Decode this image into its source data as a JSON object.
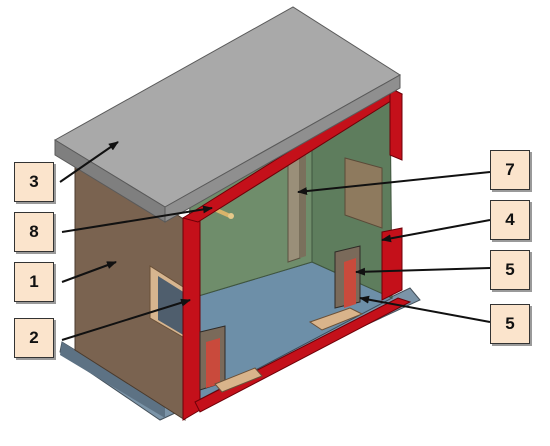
{
  "labels": {
    "label_1": "1",
    "label_2": "2",
    "label_3": "3",
    "label_4": "4",
    "label_5a": "5",
    "label_5b": "5",
    "label_7": "7",
    "label_8": "8"
  },
  "colors": {
    "roof": "#a9a9a9",
    "wall_cut": "#c4101a",
    "outer_wall": "#7a6350",
    "floor": "#6d8fa8",
    "inner_wall": "#6f8d6b",
    "callout_box": "#fbe4cc"
  }
}
